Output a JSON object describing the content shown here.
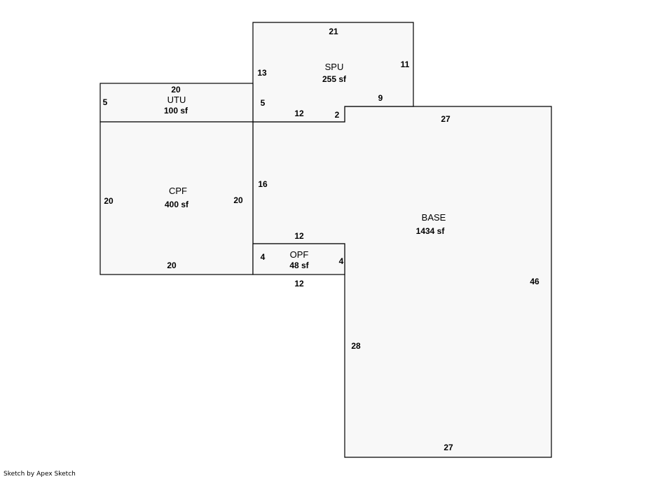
{
  "areas": {
    "spu": {
      "name": "SPU",
      "size": "255 sf"
    },
    "utu": {
      "name": "UTU",
      "size": "100 sf"
    },
    "cpf": {
      "name": "CPF",
      "size": "400 sf"
    },
    "base": {
      "name": "BASE",
      "size": "1434 sf"
    },
    "opf": {
      "name": "OPF",
      "size": "48 sf"
    }
  },
  "dimensions": {
    "spu_top": "21",
    "spu_left": "13",
    "spu_right": "11",
    "spu_step": "9",
    "spu_bottom": "12",
    "spu_jog": "2",
    "utu_top": "20",
    "utu_left": "5",
    "utu_right": "5",
    "cpf_left": "20",
    "cpf_right": "20",
    "cpf_bottom": "20",
    "base_top": "27",
    "base_left_upper": "16",
    "base_notch_top": "12",
    "base_right": "46",
    "base_left_lower": "28",
    "base_bottom": "27",
    "opf_left": "4",
    "opf_right": "4",
    "opf_bottom": "12"
  },
  "footer": {
    "credit": "Sketch by Apex Sketch"
  }
}
